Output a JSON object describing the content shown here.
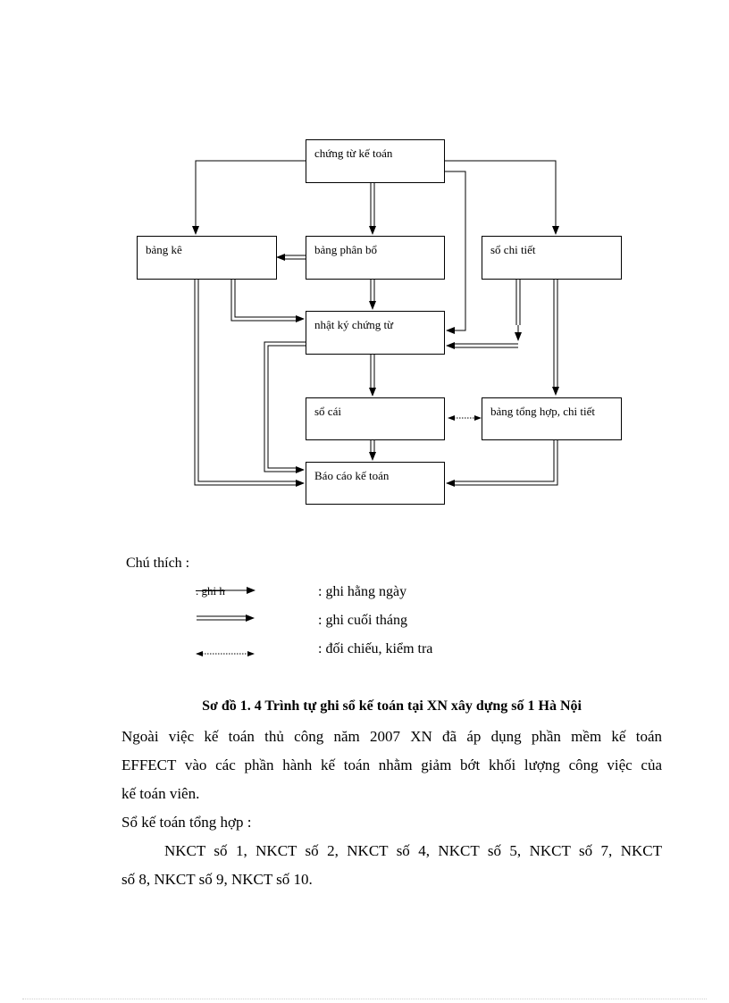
{
  "diagram": {
    "nodes": {
      "chung_tu": "chứng từ kế toán",
      "bang_ke": "bảng kê",
      "bang_phan_bo": "bảng phân bổ",
      "so_chi_tiet": "sổ chi tiết",
      "nhat_ky": "nhật ký chứng từ",
      "so_cai": "sổ cái",
      "bang_tong_hop": "bảng tổng hợp, chi tiết",
      "bao_cao": "Báo cáo kế toán"
    }
  },
  "legend": {
    "title": "Chú thích :",
    "sample_text": ". ghi h",
    "items": [
      {
        "style": "single-line-arrow",
        "label": ": ghi hằng ngày"
      },
      {
        "style": "double-line-arrow",
        "label": ": ghi cuối tháng"
      },
      {
        "style": "dotted-double-arrow",
        "label": ": đối chiếu, kiểm tra"
      }
    ]
  },
  "caption": "Sơ đồ 1. 4 Trình tự ghi sổ kế toán tại XN xây dựng số 1 Hà Nội",
  "body": {
    "p1_line1": "Ngoài việc kế toán thủ công năm 2007 XN đã áp dụng phần mềm kế toán",
    "p1_line2": "EFFECT vào các phần hành kế toán nhằm giảm bớt khối lượng công việc của",
    "p1_line3": "kế toán viên.",
    "p2": "Sổ kế toán tổng hợp :",
    "p3_line1": "NKCT số 1, NKCT số 2, NKCT số 4, NKCT số 5, NKCT số 7, NKCT",
    "p3_line2": "số 8, NKCT số 9, NKCT số 10."
  }
}
